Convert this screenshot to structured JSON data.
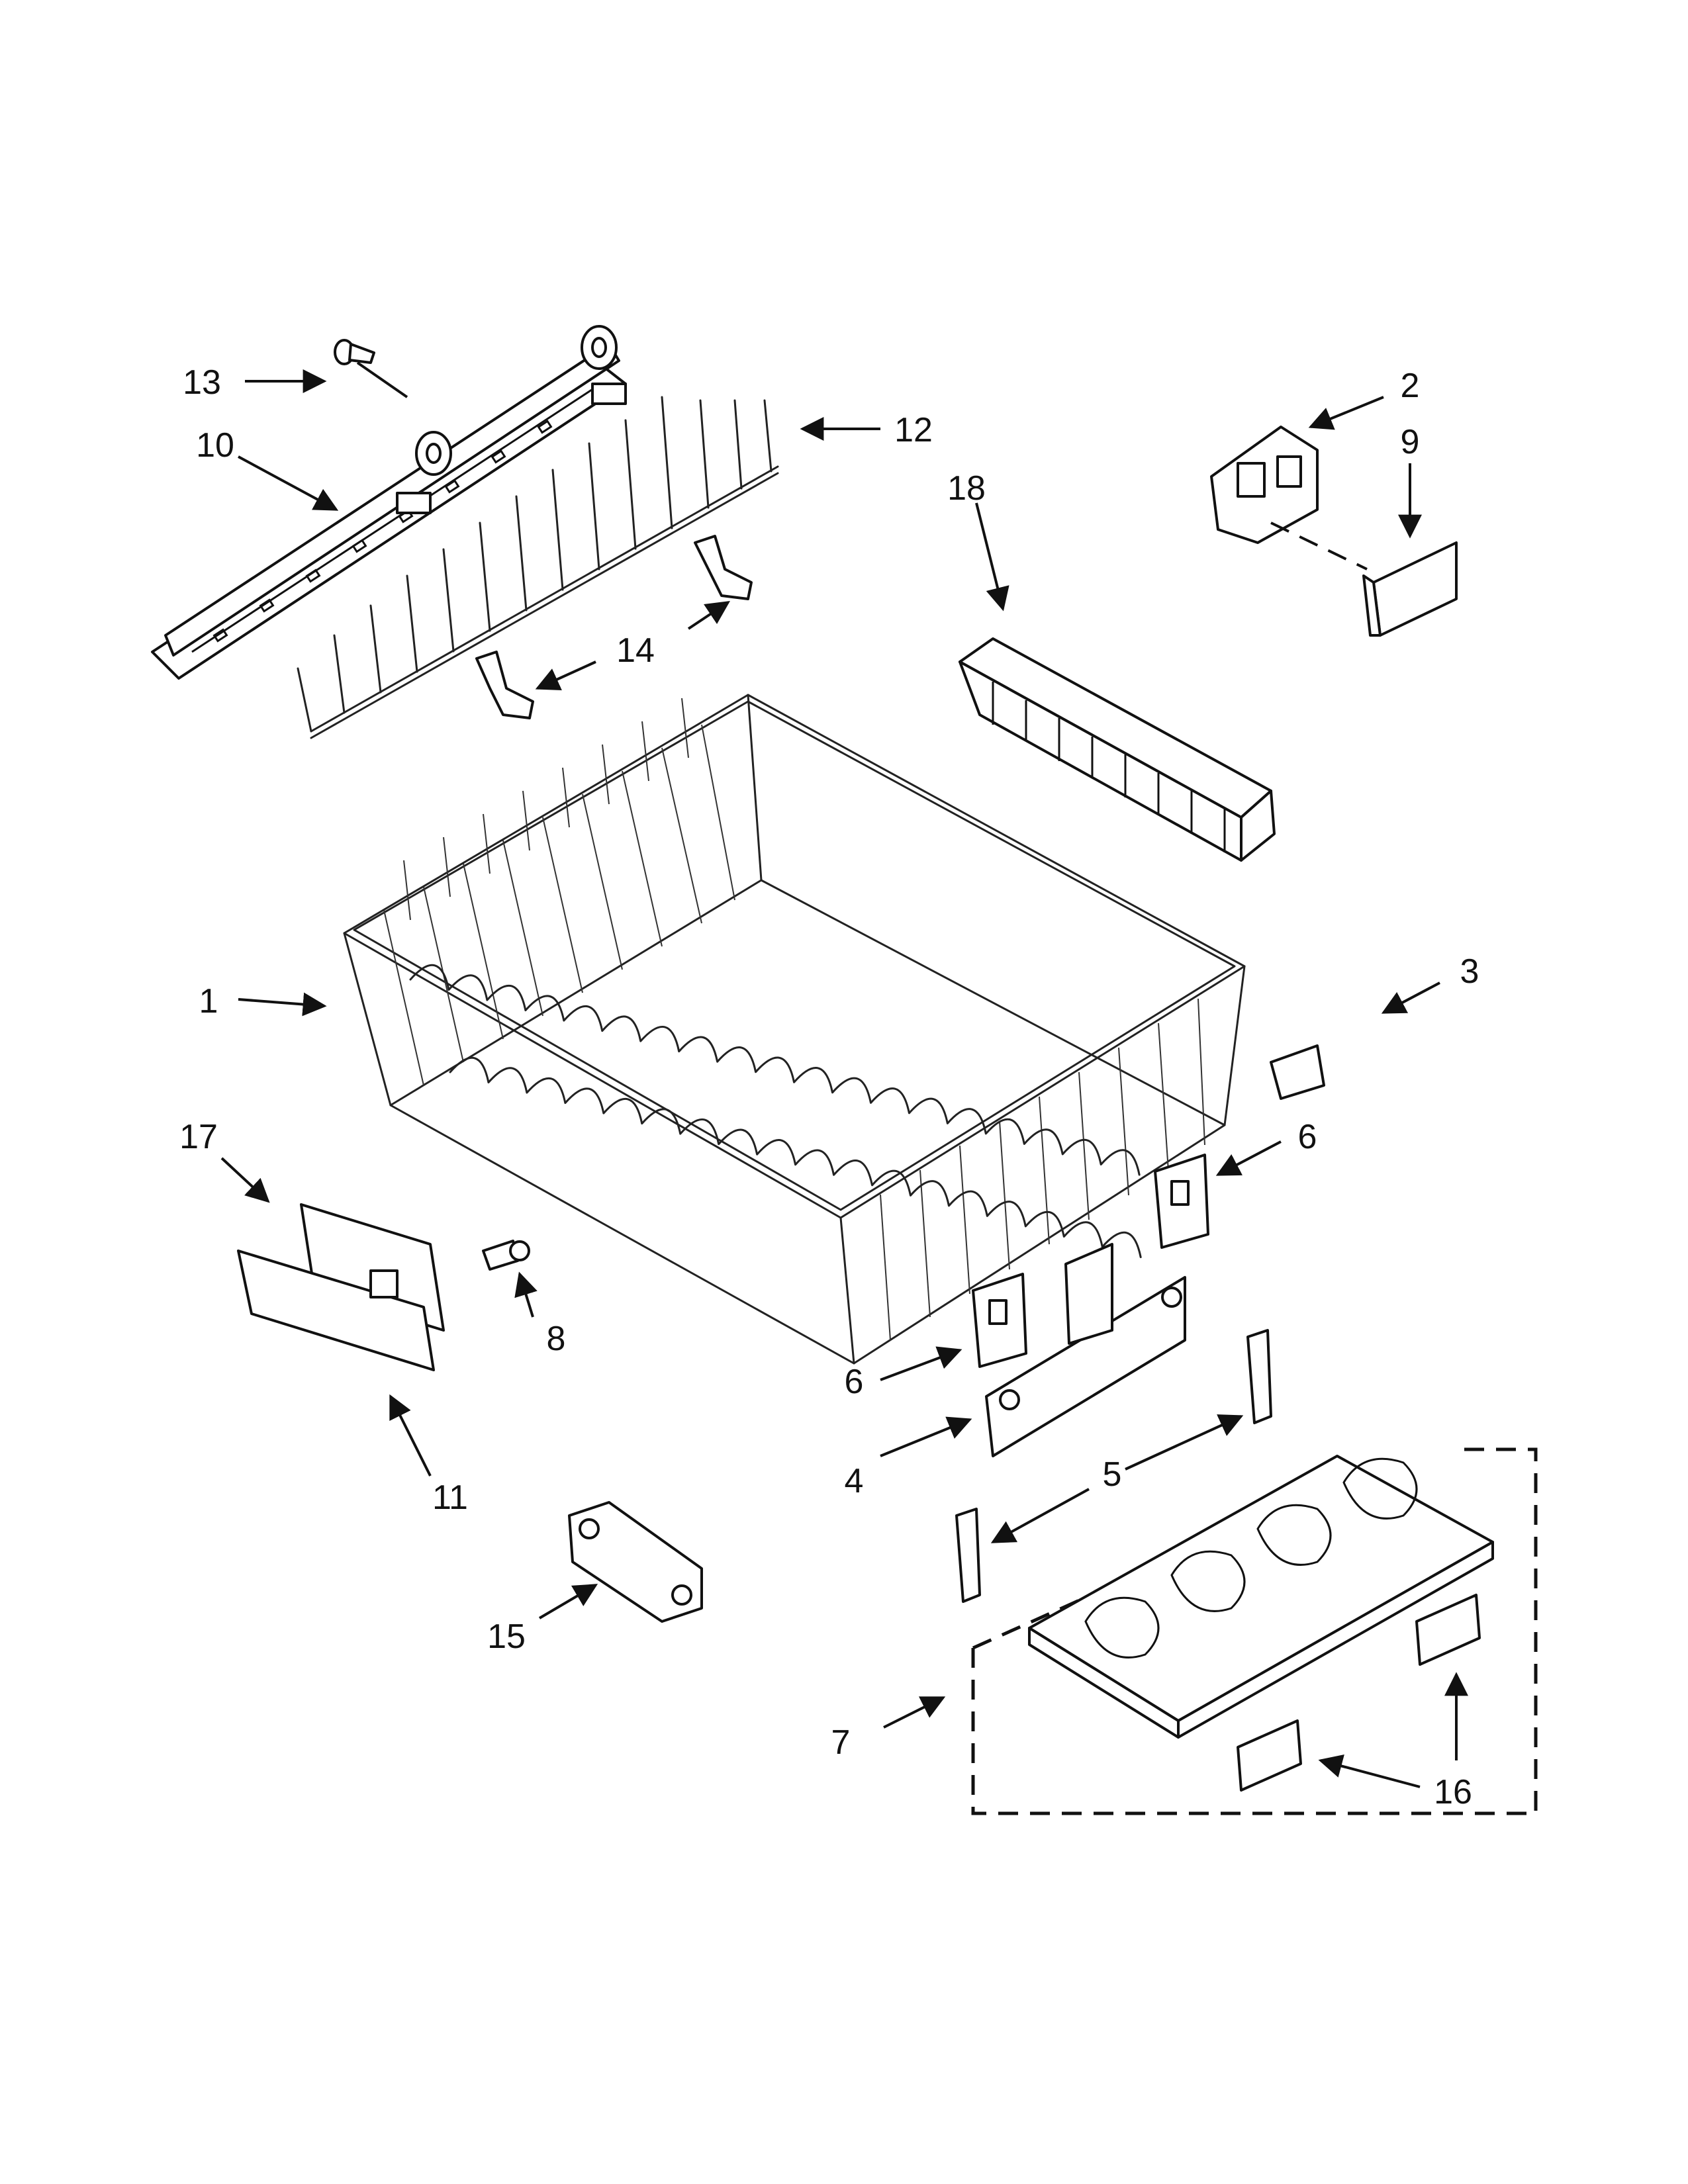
{
  "callouts": [
    {
      "id": "1",
      "text": "1"
    },
    {
      "id": "2",
      "text": "2"
    },
    {
      "id": "3",
      "text": "3"
    },
    {
      "id": "4",
      "text": "4"
    },
    {
      "id": "5",
      "text": "5"
    },
    {
      "id": "6a",
      "text": "6"
    },
    {
      "id": "6b",
      "text": "6"
    },
    {
      "id": "7",
      "text": "7"
    },
    {
      "id": "8",
      "text": "8"
    },
    {
      "id": "9",
      "text": "9"
    },
    {
      "id": "10",
      "text": "10"
    },
    {
      "id": "11",
      "text": "11"
    },
    {
      "id": "12",
      "text": "12"
    },
    {
      "id": "13",
      "text": "13"
    },
    {
      "id": "14",
      "text": "14"
    },
    {
      "id": "15",
      "text": "15"
    },
    {
      "id": "16",
      "text": "16"
    },
    {
      "id": "17",
      "text": "17"
    },
    {
      "id": "18",
      "text": "18"
    }
  ],
  "colors": {
    "line": "#111111",
    "background": "#ffffff"
  }
}
